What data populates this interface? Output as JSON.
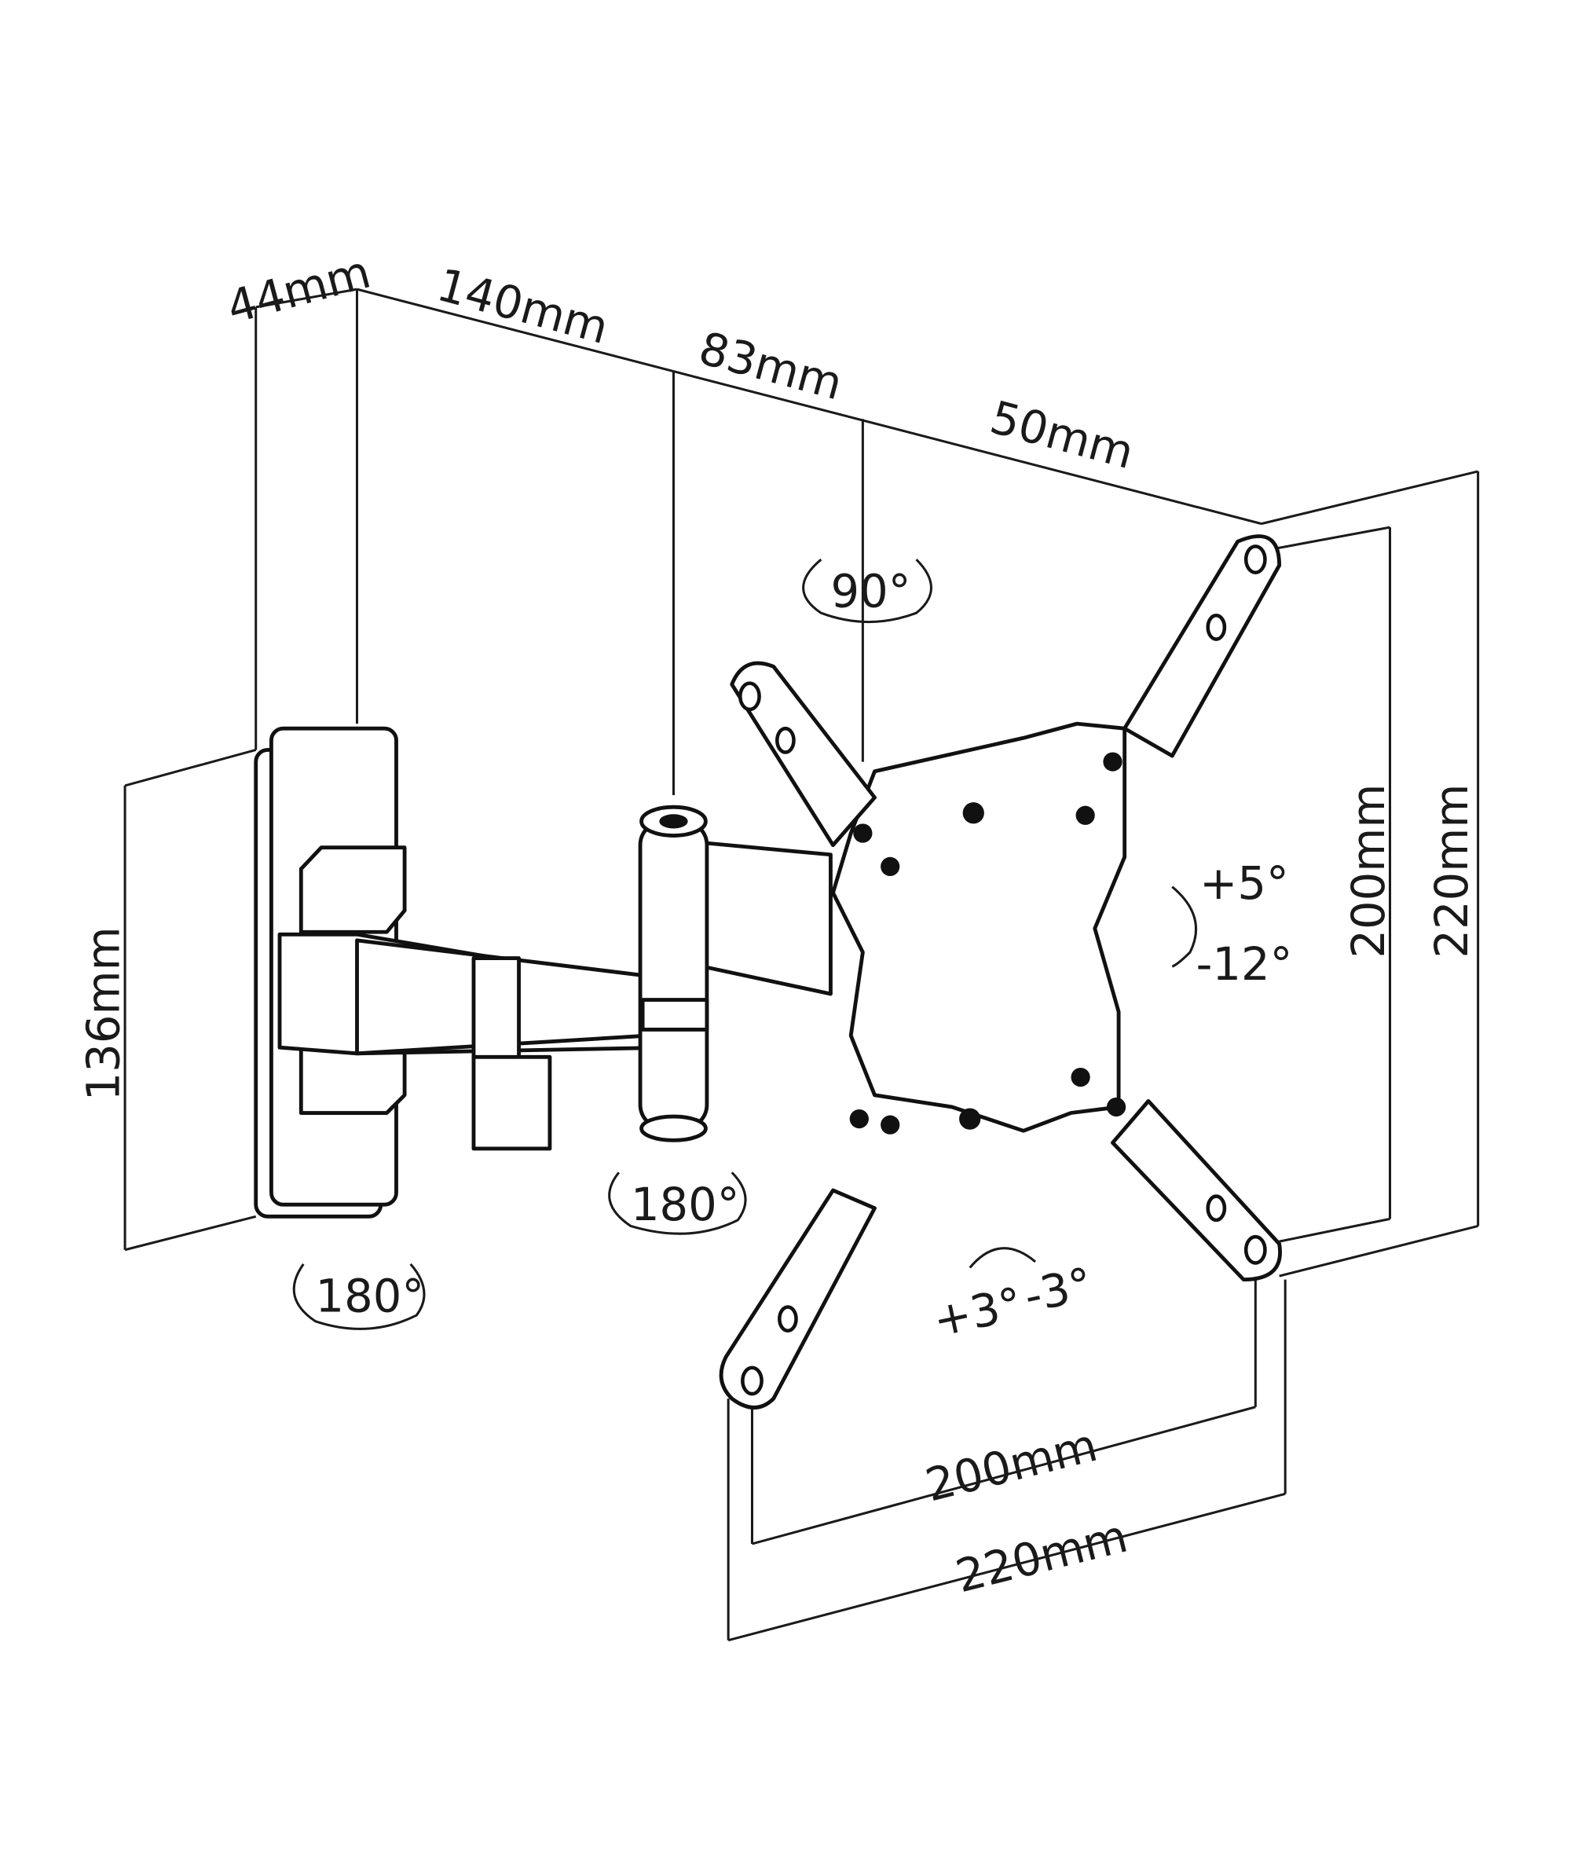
{
  "dimensions": {
    "depth_plate": "44mm",
    "arm_1": "140mm",
    "arm_2": "83mm",
    "head": "50mm",
    "plate_height": "136mm",
    "vesa_v_inner": "200mm",
    "vesa_v_outer": "220mm",
    "vesa_h_inner": "200mm",
    "vesa_h_outer": "220mm"
  },
  "angles": {
    "swivel_head": "90°",
    "tilt_up": "+5°",
    "tilt_down": "-12°",
    "swivel_arm": "180°",
    "swivel_wall": "180°",
    "rotate_plus": "+3°",
    "rotate_minus": "-3°"
  },
  "colors": {
    "line": "#1a1a1a",
    "background": "#ffffff"
  }
}
